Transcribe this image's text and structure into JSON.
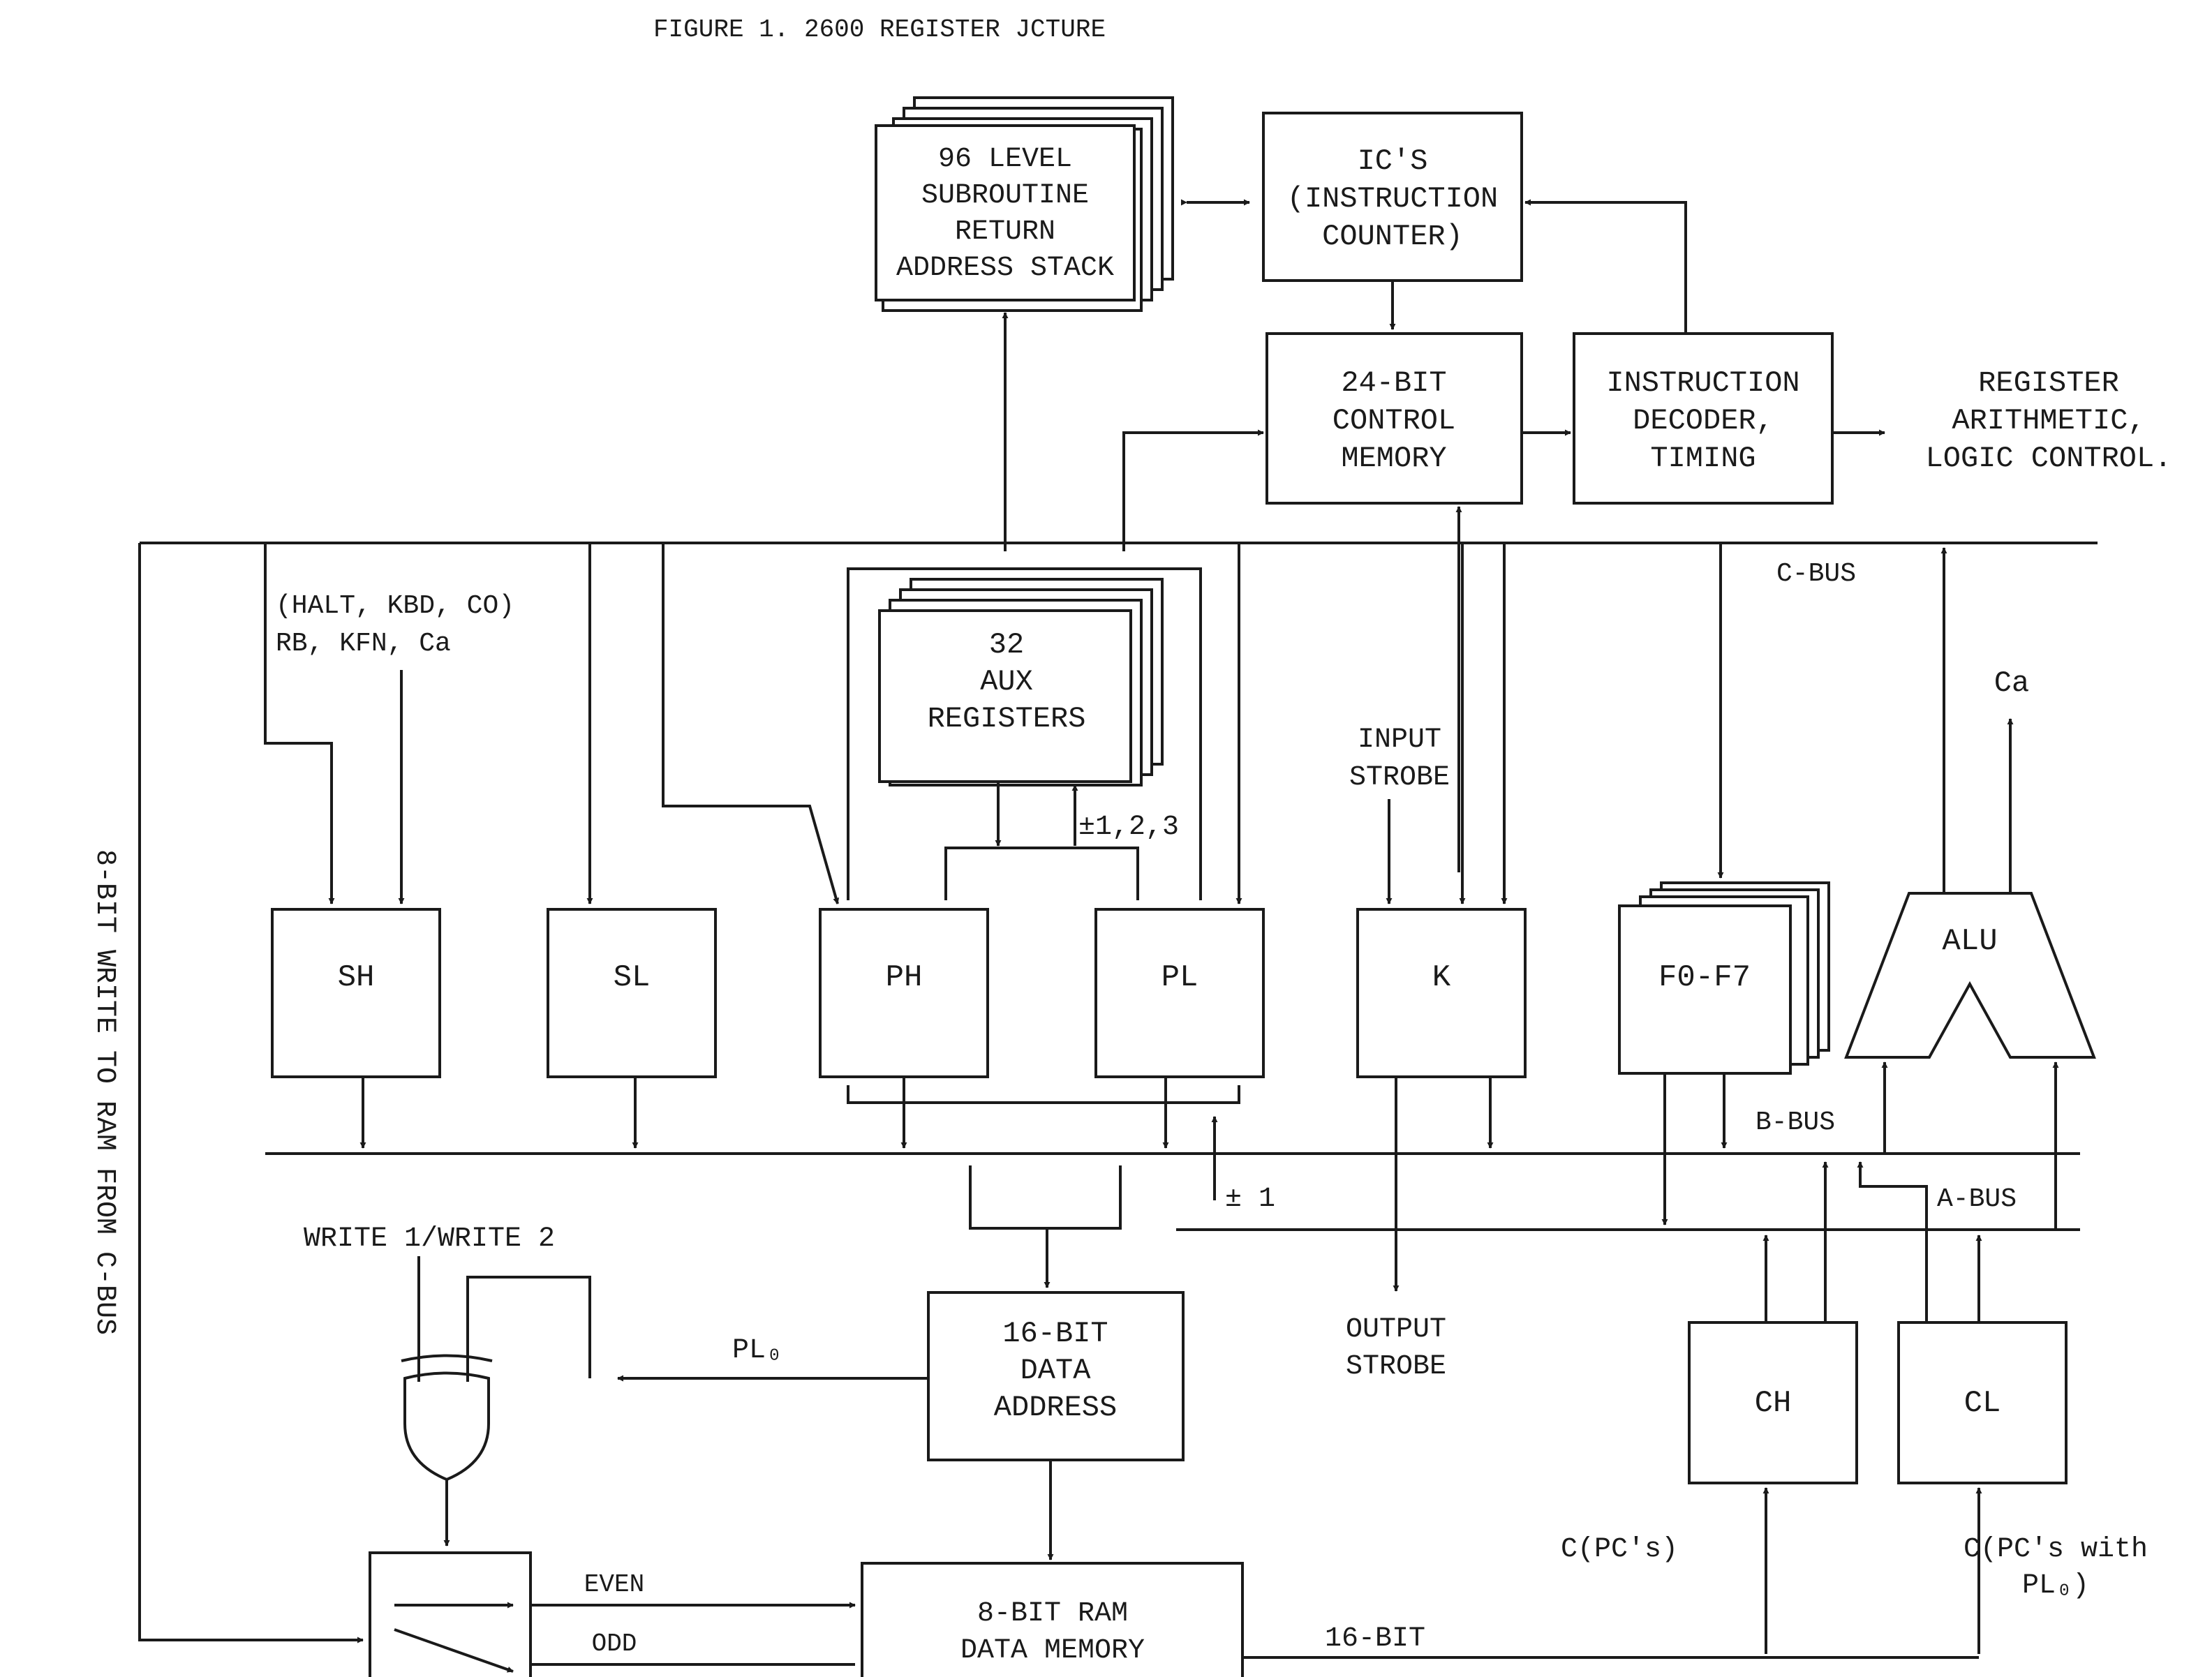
{
  "title": "FIGURE 1.    2600 REGISTER      JCTURE",
  "blocks": {
    "stack": [
      "96 LEVEL",
      "SUBROUTINE",
      "RETURN",
      "ADDRESS STACK"
    ],
    "ic": [
      "IC'S",
      "(INSTRUCTION",
      "COUNTER)"
    ],
    "control_memory": [
      "24-BIT",
      "CONTROL",
      "MEMORY"
    ],
    "decoder": [
      "INSTRUCTION",
      "DECODER,",
      "TIMING"
    ],
    "control_out": [
      "REGISTER",
      "ARITHMETIC,",
      "LOGIC CONTROL."
    ],
    "aux": [
      "32",
      "AUX",
      "REGISTERS"
    ],
    "sh": "SH",
    "sl": "SL",
    "ph": "PH",
    "pl": "PL",
    "k": "K",
    "f": "F0-F7",
    "alu": "ALU",
    "data_address": [
      "16-BIT",
      "DATA",
      "ADDRESS"
    ],
    "ch": "CH",
    "cl": "CL",
    "ram": [
      "8-BIT RAM",
      "DATA MEMORY"
    ]
  },
  "labels": {
    "status_line1": "(HALT, KBD, CO)",
    "status_line2": "RB, KFN, Ca",
    "c_bus": "C-BUS",
    "b_bus": "B-BUS",
    "a_bus": "A-BUS",
    "carry": "Ca",
    "input_strobe": [
      "INPUT",
      "STROBE"
    ],
    "output_strobe": [
      "OUTPUT",
      "STROBE"
    ],
    "aux_increment": "±1,2,3",
    "plus_minus_one": "± 1",
    "write": "WRITE 1/WRITE 2",
    "pl0": "PL₀",
    "even": "EVEN",
    "odd": "ODD",
    "bus16": "16-BIT",
    "cpcs": "C(PC's)",
    "cpcs_pl0": [
      "C(PC's with",
      "PL₀)"
    ],
    "side": "8-BIT WRITE TO RAM FROM C-BUS"
  }
}
